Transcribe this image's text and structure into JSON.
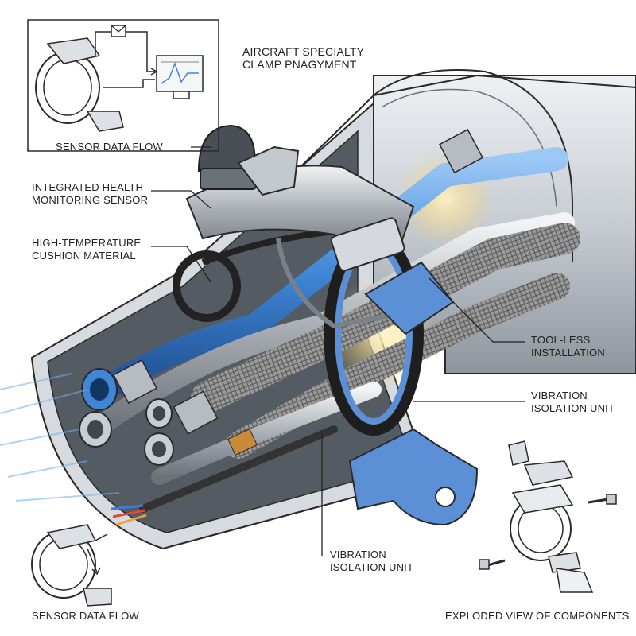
{
  "title": {
    "line1": "AIRCRAFT SPECIALTY",
    "line2": "CLAMP PNAGYMENT"
  },
  "callouts": {
    "sensor_data_flow_top": "SENSOR DATA FLOW",
    "health_sensor": {
      "line1": "INTEGRATED HEALTH",
      "line2": "MONITORING SENSOR"
    },
    "cushion": {
      "line1": "HIGH-TEMPERATURE",
      "line2": "CUSHION MATERIAL"
    },
    "tool_less": {
      "line1": "TOOL-LESS",
      "line2": "INSTALLATION"
    },
    "vibration_right": {
      "line1": "VIBRATION",
      "line2": "ISOLATION UNIT"
    },
    "vibration_bottom": {
      "line1": "VIBRATION",
      "line2": "ISOLATION UNIT"
    },
    "sensor_data_flow_bottom": "SENSOR DATA FLOW",
    "exploded_view": "EXPLODED VIEW OF COMPONENTS"
  },
  "colors": {
    "tube_blue": "#4a8fd8",
    "bracket_blue": "#5b8fd6",
    "metal": "#c9ced4",
    "ink": "#2a2a2a",
    "braid": "#8e8e8e",
    "copper": "#c98a3a"
  }
}
